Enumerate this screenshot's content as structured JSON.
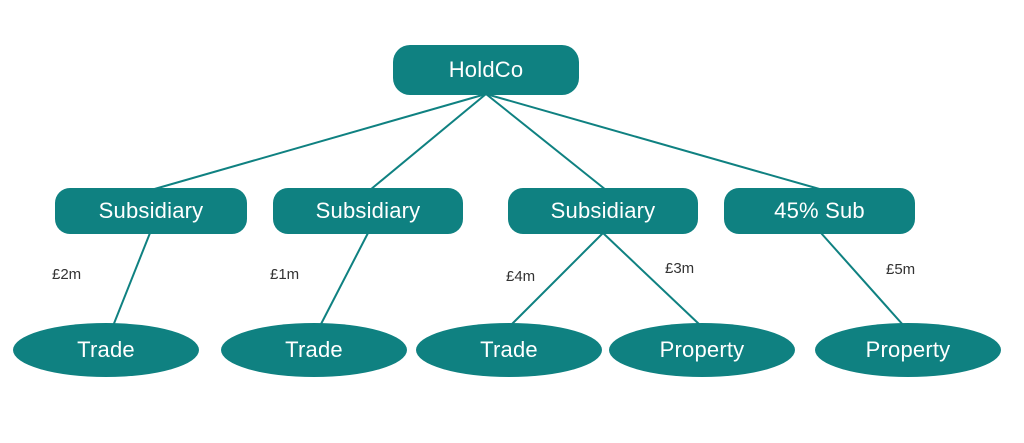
{
  "colors": {
    "node_fill": "#0f8181",
    "connector": "#0f8181",
    "node_text": "#ffffff",
    "edge_label_text": "#333333",
    "background": "#ffffff"
  },
  "nodes": {
    "root": {
      "label": "HoldCo"
    },
    "subsidiaries": [
      {
        "label": "Subsidiary"
      },
      {
        "label": "Subsidiary"
      },
      {
        "label": "Subsidiary"
      },
      {
        "label": "45% Sub"
      }
    ],
    "leaves": [
      {
        "label": "Trade"
      },
      {
        "label": "Trade"
      },
      {
        "label": "Trade"
      },
      {
        "label": "Property"
      },
      {
        "label": "Property"
      }
    ]
  },
  "edge_labels": [
    {
      "label": "£2m"
    },
    {
      "label": "£1m"
    },
    {
      "label": "£4m"
    },
    {
      "label": "£3m"
    },
    {
      "label": "£5m"
    }
  ]
}
